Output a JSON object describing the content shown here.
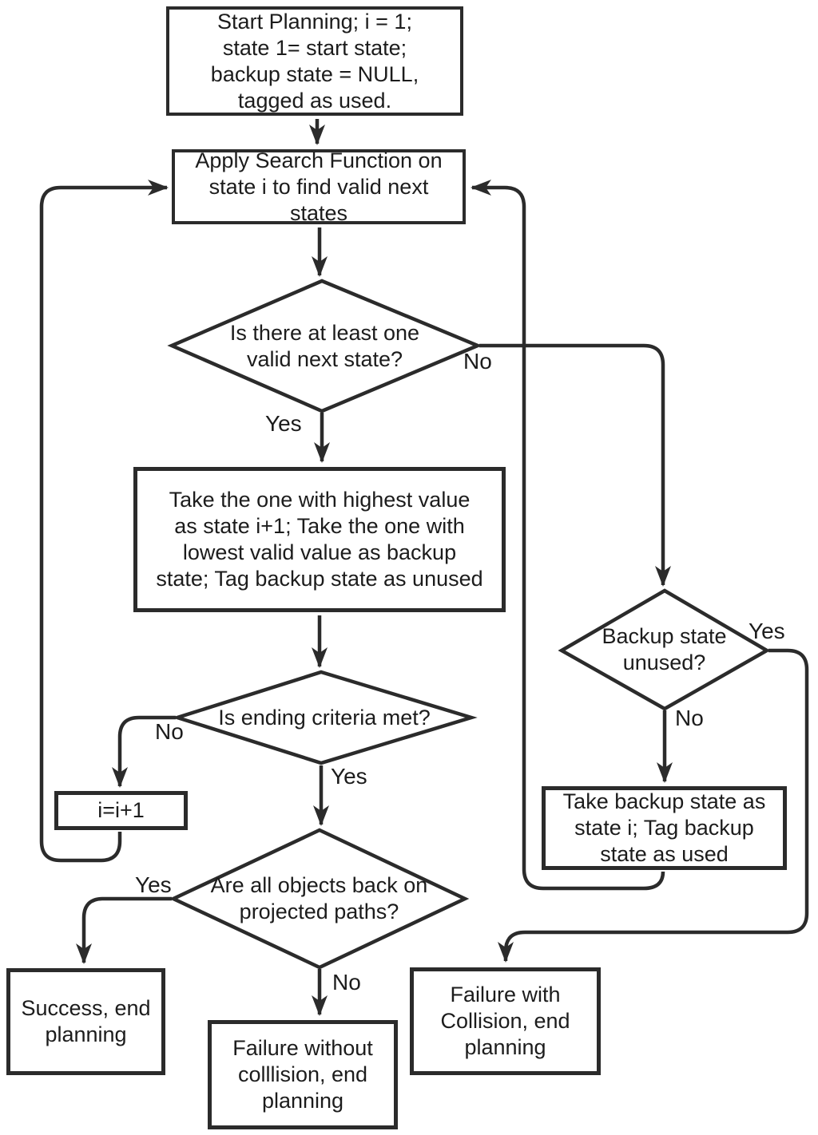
{
  "title": "Planning algorithm flowchart",
  "colors": {
    "ink": "#2b2b2b",
    "background": "#ffffff",
    "text": "#1c1c1c"
  },
  "nodes": {
    "start": {
      "text": "Start Planning; i = 1;\nstate 1= start state;\nbackup state = NULL,\ntagged as used."
    },
    "apply_search": {
      "text": "Apply Search Function on\nstate i to find valid next\nstates"
    },
    "valid_next": {
      "text": "Is there at least one\nvalid next state?"
    },
    "take_highest": {
      "text": "Take the one with highest value\nas state i+1; Take the one with\nlowest valid value as backup\nstate; Tag backup state as unused"
    },
    "ending_criteria": {
      "text": "Is ending criteria met?"
    },
    "increment": {
      "text": "i=i+1"
    },
    "objects_back": {
      "text": "Are all objects back on\nprojected paths?"
    },
    "backup_unused": {
      "text": "Backup state\nunused?"
    },
    "take_backup": {
      "text": "Take backup state as\nstate i; Tag backup\nstate as used"
    },
    "success": {
      "text": "Success, end\nplanning"
    },
    "failure_without": {
      "text": "Failure without\ncolllision, end\nplanning"
    },
    "failure_with": {
      "text": "Failure with\nCollision, end\nplanning"
    }
  },
  "edges": {
    "valid_next": {
      "yes_label": "Yes",
      "no_label": "No"
    },
    "ending": {
      "yes_label": "Yes",
      "no_label": "No"
    },
    "objects": {
      "yes_label": "Yes",
      "no_label": "No"
    },
    "backup": {
      "yes_label": "Yes",
      "no_label": "No"
    }
  }
}
